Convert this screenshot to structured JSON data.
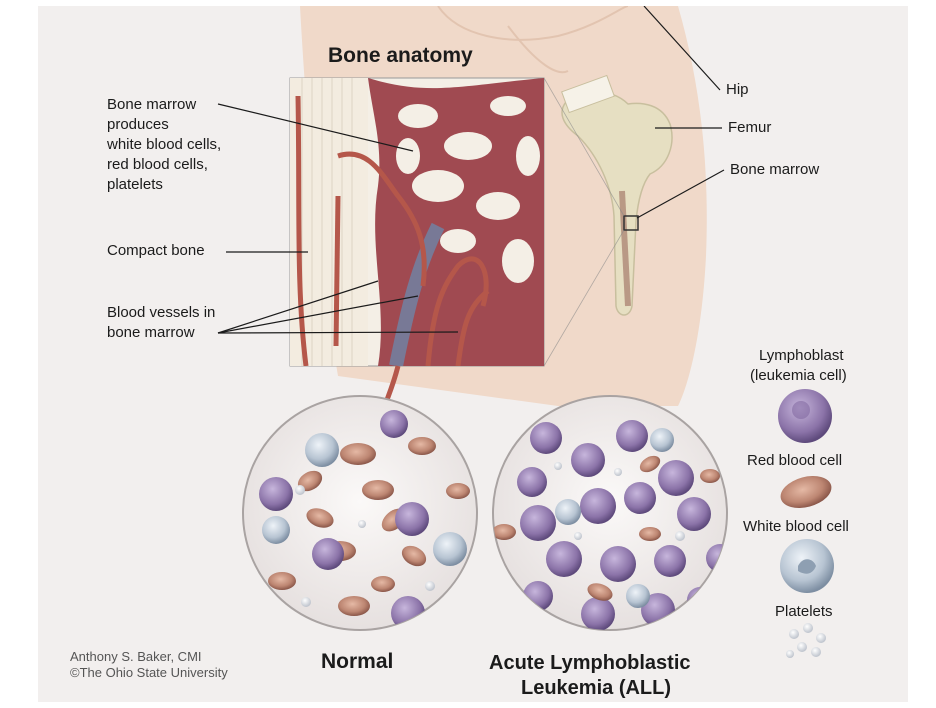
{
  "title": "Bone anatomy",
  "labels": {
    "hip": "Hip",
    "femur": "Femur",
    "bone_marrow": "Bone marrow",
    "marrow_produces": [
      "Bone marrow",
      "produces",
      "white blood cells,",
      "red blood cells,",
      "platelets"
    ],
    "compact_bone": "Compact bone",
    "blood_vessels": [
      "Blood vessels in",
      "bone marrow"
    ]
  },
  "legend": {
    "lymphoblast": [
      "Lymphoblast",
      "(leukemia cell)"
    ],
    "red_blood_cell": "Red blood cell",
    "white_blood_cell": "White blood cell",
    "platelets": "Platelets"
  },
  "captions": {
    "normal": "Normal",
    "all": [
      "Acute Lymphoblastic",
      "Leukemia (ALL)"
    ]
  },
  "credit": [
    "Anthony S. Baker, CMI",
    "©The Ohio State University"
  ],
  "colors": {
    "background": "#f2efee",
    "skin": "#f0d9c9",
    "bone": "#e6dfc2",
    "marrow": "#8c3c44",
    "vessel": "#b5574a",
    "rbc": "#c08a78",
    "lymphoblast": "#8b73a8",
    "wbc": "#b7c4d2",
    "platelet": "#d8dde4"
  }
}
